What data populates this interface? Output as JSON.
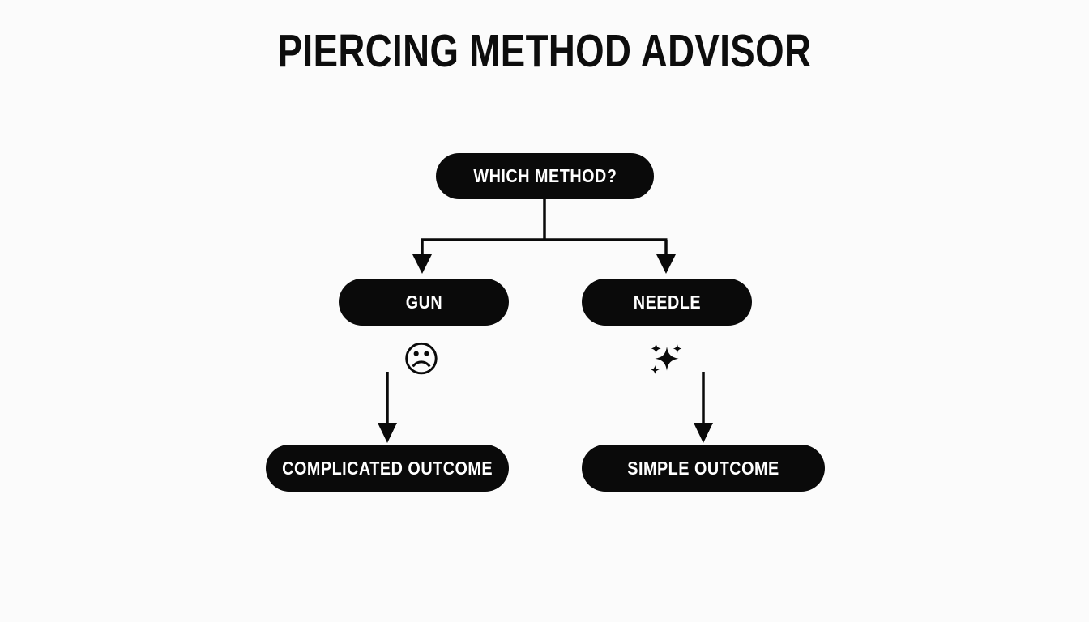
{
  "page": {
    "title": "PIERCING METHOD ADVISOR",
    "background_color": "#fbfbfb",
    "node_color": "#0a0a0a",
    "node_text_color": "#ffffff",
    "connector_color": "#0a0a0a"
  },
  "flowchart": {
    "type": "decision-tree",
    "root": {
      "label": "WHICH METHOD?"
    },
    "branches": [
      {
        "label": "GUN",
        "icon": "frowning-face-emoji",
        "icon_glyph": "☹",
        "outcome": "COMPLICATED OUTCOME"
      },
      {
        "label": "NEEDLE",
        "icon": "sparkles-emoji",
        "icon_glyph": "✦",
        "outcome": "SIMPLE OUTCOME"
      }
    ],
    "outcomes": [
      {
        "label": "COMPLICATED OUTCOME"
      },
      {
        "label": "SIMPLE OUTCOME"
      }
    ]
  }
}
